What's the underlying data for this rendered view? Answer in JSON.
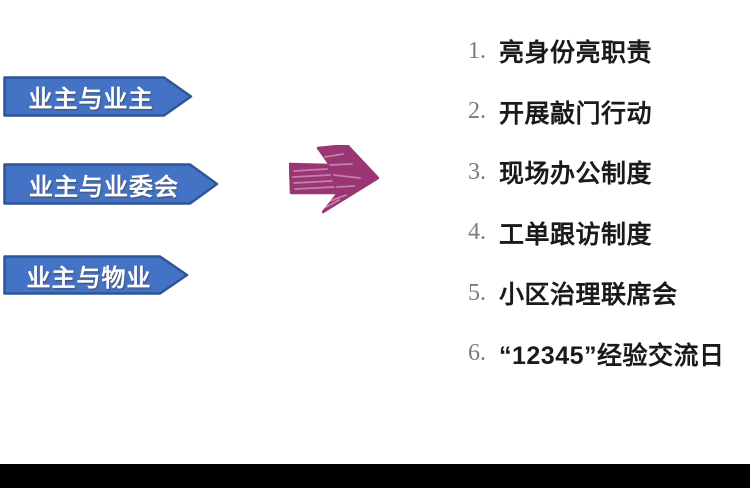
{
  "page": {
    "background_color": "#ffffff",
    "footer_bar_color": "#000000"
  },
  "banners": {
    "fill_color": "#4472C4",
    "border_color": "#2F5597",
    "text_color": "#ffffff",
    "items": [
      {
        "label": "业主与业主"
      },
      {
        "label": "业主与业委会"
      },
      {
        "label": "业主与物业"
      }
    ]
  },
  "arrow": {
    "style": "hand-drawn-sketch",
    "direction": "right",
    "color": "#9B3573"
  },
  "list": {
    "number_color": "#7a7a85",
    "text_color": "#1a1a1a",
    "items": [
      {
        "number": "1.",
        "text": "亮身份亮职责"
      },
      {
        "number": "2.",
        "text": "开展敲门行动"
      },
      {
        "number": "3.",
        "text": "现场办公制度"
      },
      {
        "number": "4.",
        "text": "工单跟访制度"
      },
      {
        "number": "5.",
        "text": "小区治理联席会"
      },
      {
        "number": "6.",
        "text": "“12345”经验交流日"
      }
    ]
  }
}
